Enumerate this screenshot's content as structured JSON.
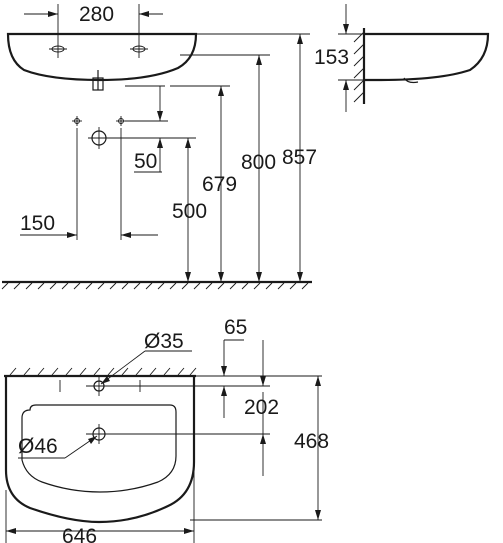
{
  "dimensions": {
    "tap_hole_spacing": "280",
    "wall_projection_height": "153",
    "tap_hole_offset": "50",
    "rim_height_679": "679",
    "rim_height_800": "800",
    "rim_height_857": "857",
    "drain_height": "500",
    "bracket_spacing": "150",
    "tap_hole_diameter": "Ø35",
    "tap_hole_depth_offset": "65",
    "waste_centre_depth": "202",
    "basin_depth": "468",
    "waste_diameter": "Ø46",
    "basin_width": "646"
  },
  "colors": {
    "line": "#1a1a1a",
    "background": "#ffffff"
  }
}
